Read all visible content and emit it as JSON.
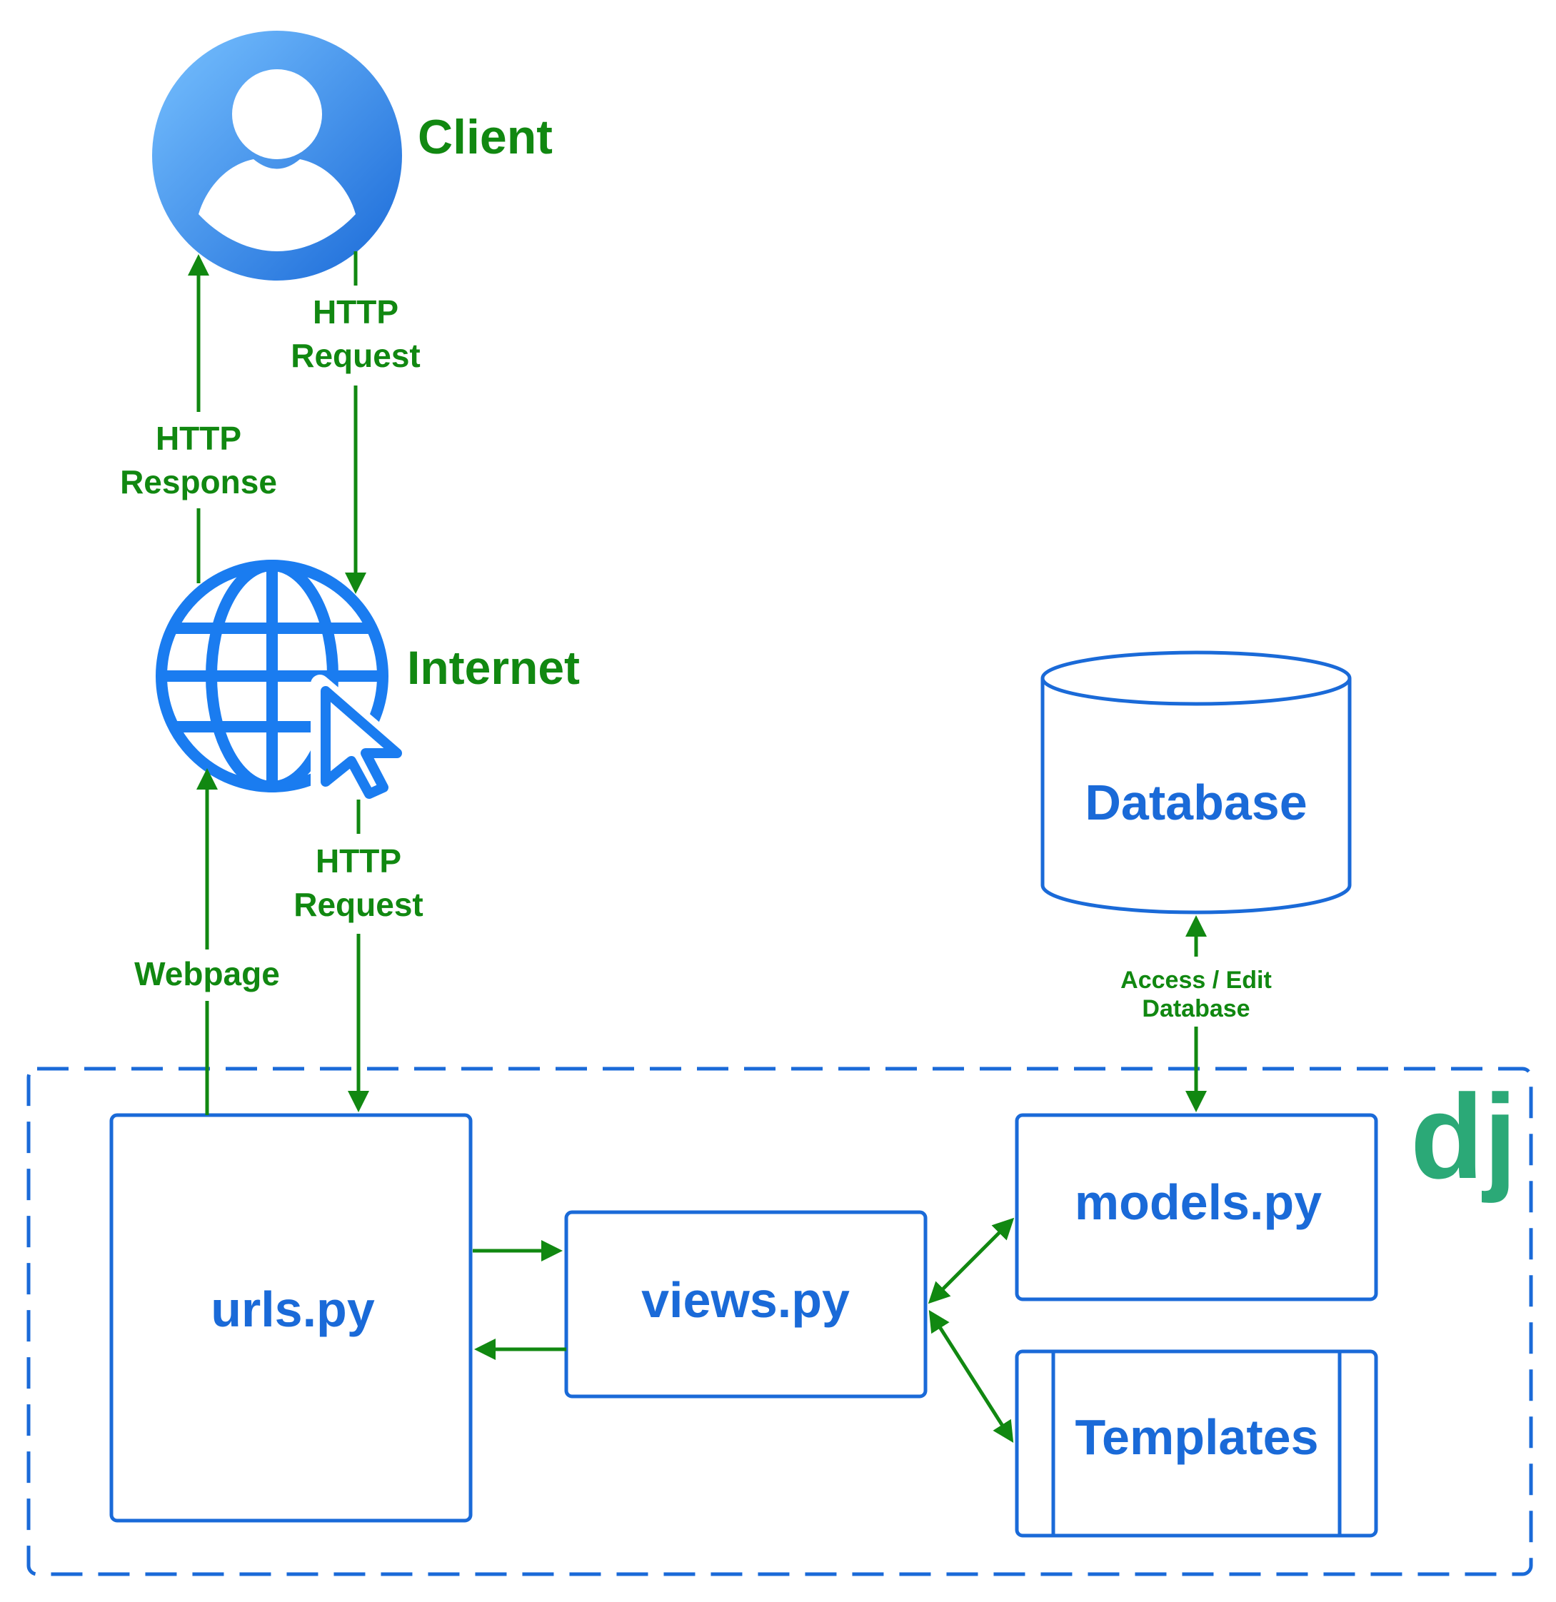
{
  "nodes": {
    "client": "Client",
    "internet": "Internet",
    "database": "Database",
    "urls": "urls.py",
    "views": "views.py",
    "models": "models.py",
    "templates": "Templates"
  },
  "edges": {
    "http_response_line1": "HTTP",
    "http_response_line2": "Response",
    "http_request_top_line1": "HTTP",
    "http_request_top_line2": "Request",
    "http_request_bottom_line1": "HTTP",
    "http_request_bottom_line2": "Request",
    "webpage": "Webpage",
    "db_access_line1": "Access / Edit",
    "db_access_line2": "Database"
  },
  "logo": {
    "text": "dj",
    "color": "#2ba977"
  },
  "colors": {
    "primary_blue": "#1a6ad8",
    "globe_blue": "#1a7cf0",
    "edge_green": "#118811"
  },
  "icons": {
    "client": "user-avatar-icon",
    "internet": "globe-cursor-icon",
    "database": "cylinder-icon"
  }
}
